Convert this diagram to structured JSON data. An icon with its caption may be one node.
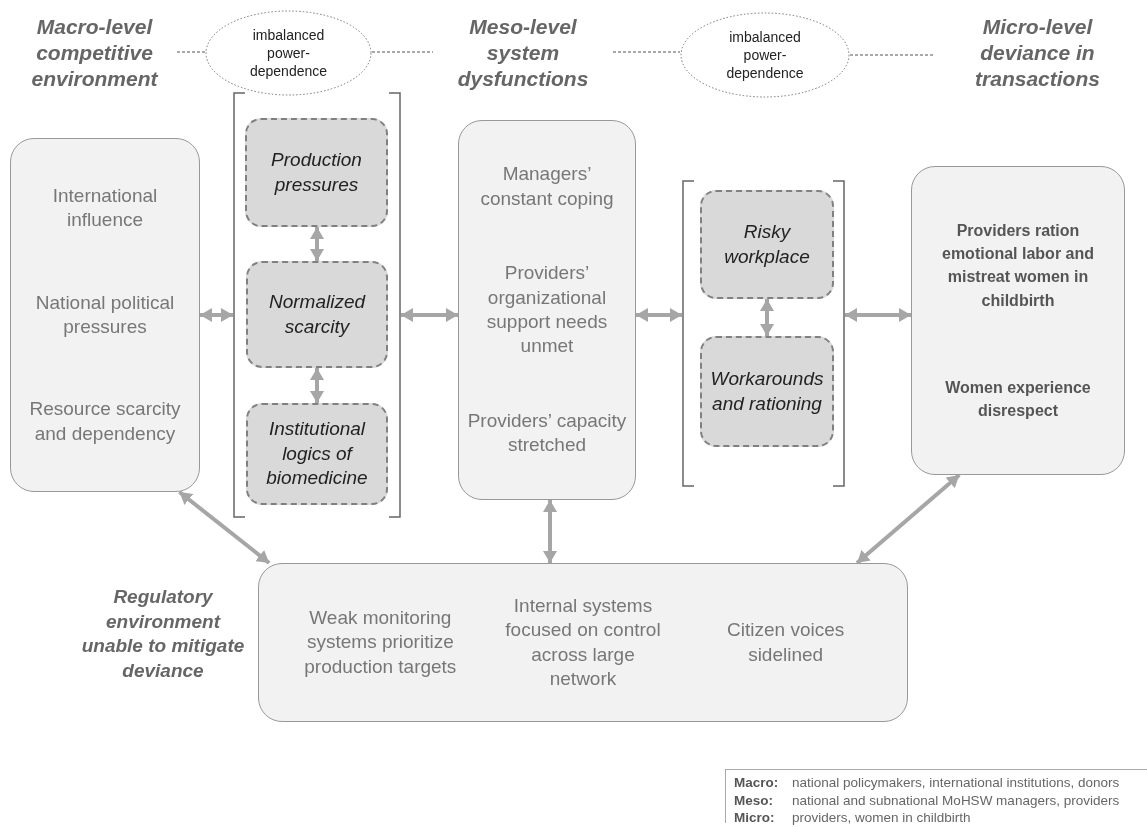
{
  "diagram": {
    "nodes": [
      {
        "text": [
          "Macro-level competitive environment"
        ]
      },
      {
        "text": [
          "imbalanced power-dependence"
        ]
      },
      {
        "text": [
          "Meso-level system dysfunctions"
        ]
      },
      {
        "text": [
          "imbalanced power-dependence"
        ]
      },
      {
        "text": [
          "Micro-level deviance in transactions"
        ]
      },
      {
        "text": [
          "International influence",
          "National political pressures",
          "Resource scarcity and dependency"
        ]
      },
      {
        "text": [],
        "shape": "bracket"
      },
      {
        "text": [
          "Production pressures"
        ],
        "in": 6
      },
      {
        "text": [
          "Normalized scarcity"
        ],
        "in": 6
      },
      {
        "text": [
          "Institutional logics of biomedicine"
        ],
        "in": 6
      },
      {
        "text": [
          "Managers’ constant coping",
          "Providers’ organizational support needs unmet",
          "Providers’ capacity stretched"
        ]
      },
      {
        "text": [],
        "shape": "bracket"
      },
      {
        "text": [
          "Risky workplace"
        ],
        "in": 11
      },
      {
        "text": [
          "Workarounds and rationing"
        ],
        "in": 11
      },
      {
        "text": [
          "Providers ration emotional labor and mistreat women in childbirth",
          "Women experience disrespect"
        ]
      },
      {
        "text": [
          "Weak monitoring systems prioritize production targets",
          "Internal systems focused on control across large network",
          "Citizen voices sidelined"
        ],
        "beside": [
          "Regulatory environment unable to mitigate deviance"
        ]
      }
    ],
    "edges": [
      {
        "from": 0,
        "to": 1,
        "arrow": "none",
        "style": "dashed",
        "color": "#555555"
      },
      {
        "from": 1,
        "to": 2,
        "arrow": "none",
        "style": "dashed",
        "color": "#555555"
      },
      {
        "from": 2,
        "to": 3,
        "arrow": "none",
        "style": "dashed",
        "color": "#555555"
      },
      {
        "from": 3,
        "to": 4,
        "arrow": "none",
        "style": "dashed",
        "color": "#555555"
      },
      {
        "from": 5,
        "to": 6,
        "arrow": "both"
      },
      {
        "from": 6,
        "to": 10,
        "arrow": "both"
      },
      {
        "from": 10,
        "to": 11,
        "arrow": "both"
      },
      {
        "from": 11,
        "to": 14,
        "arrow": "both"
      },
      {
        "from": 7,
        "to": 8,
        "arrow": "both"
      },
      {
        "from": 8,
        "to": 9,
        "arrow": "both"
      },
      {
        "from": 12,
        "to": 13,
        "arrow": "both"
      },
      {
        "from": 5,
        "to": 15,
        "arrow": "both"
      },
      {
        "from": 10,
        "to": 15,
        "arrow": "both"
      },
      {
        "from": 14,
        "to": 15,
        "arrow": "both"
      }
    ],
    "labels": [
      "Macro:",
      "national policymakers, international institutions, donors",
      "Meso:",
      "national and subnational MoHSW managers, providers",
      "Micro:",
      "providers, women in childbirth"
    ]
  }
}
